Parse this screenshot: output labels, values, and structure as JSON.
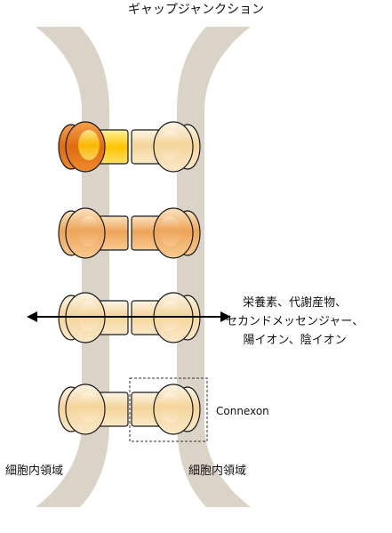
{
  "title": "ギャップジャンクション",
  "labels": {
    "intracellular_left": "細胞内領域",
    "intracellular_right": "細胞内領域",
    "connexon": "Connexon",
    "transport_lines": [
      "栄養素、代謝産物、",
      "セカンドメッセンジャー、",
      "陽イオン、陰イオン"
    ]
  },
  "colors": {
    "membrane": "#dcd3c8",
    "outline": "#1a1a1a",
    "pale_cap": "#f6d7a2",
    "pale_core": "#fdf1d8",
    "mid_cap": "#f1b36d",
    "dark_cap": "#e77a1e",
    "dark_core": "#ffd21a",
    "arrow": "#000000"
  },
  "channel_states": [
    {
      "left": "dark",
      "right": "pale"
    },
    {
      "left": "mid",
      "right": "mid"
    },
    {
      "left": "pale",
      "right": "pale"
    },
    {
      "left": "pale",
      "right": "pale"
    }
  ]
}
